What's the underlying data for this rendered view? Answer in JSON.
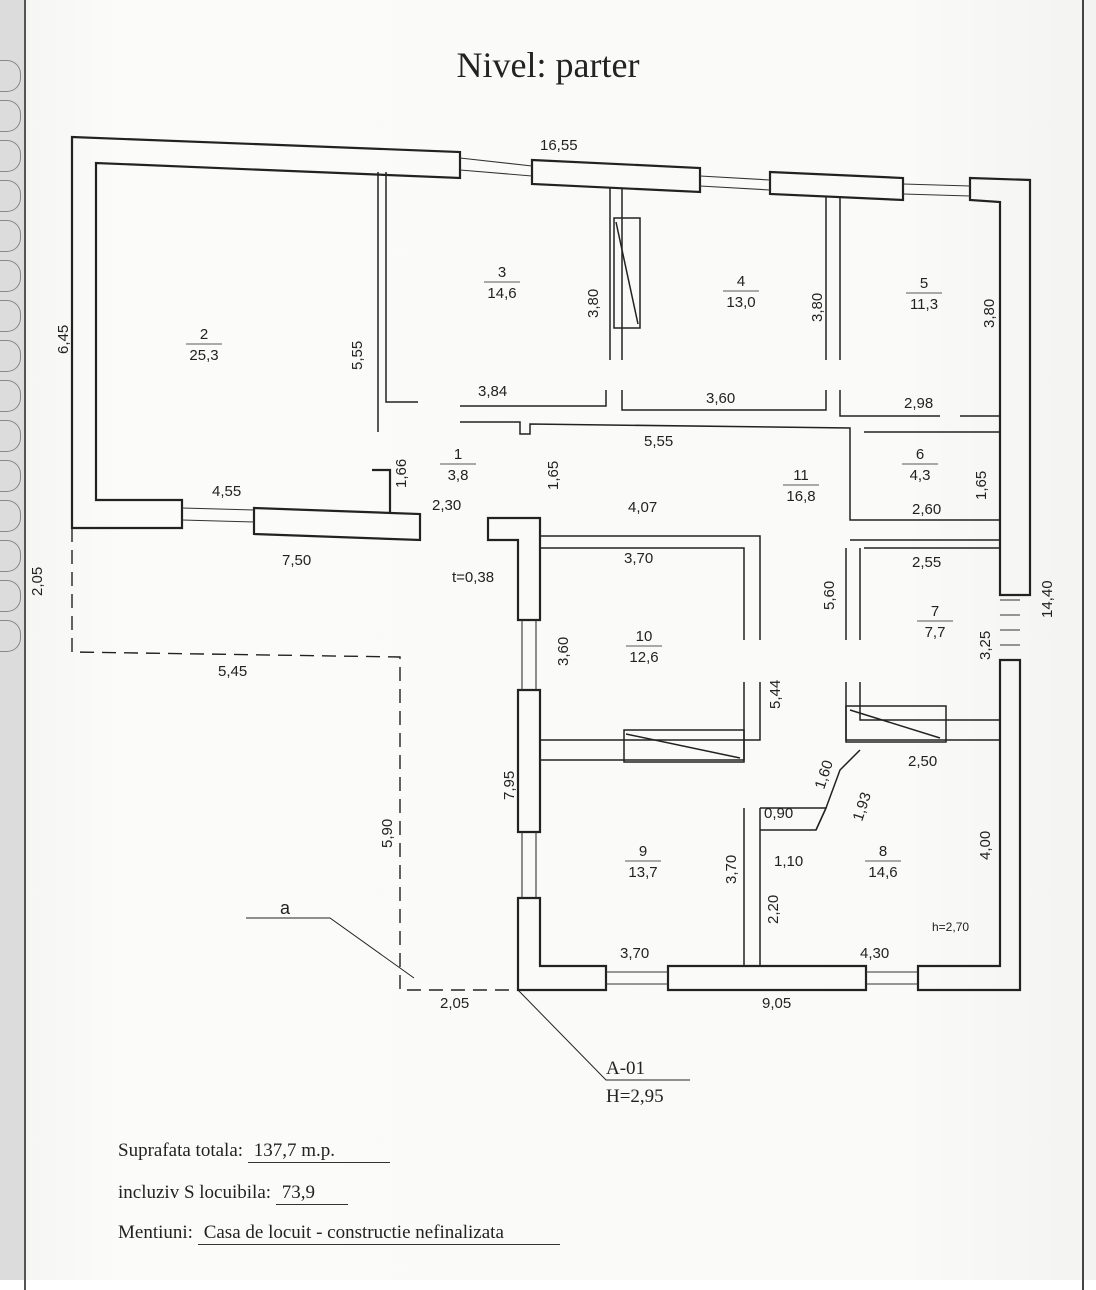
{
  "title": "Nivel: parter",
  "rooms": [
    {
      "number": "2",
      "area": "25,3"
    },
    {
      "number": "3",
      "area": "14,6"
    },
    {
      "number": "4",
      "area": "13,0"
    },
    {
      "number": "5",
      "area": "11,3"
    },
    {
      "number": "1",
      "area": "3,8"
    },
    {
      "number": "6",
      "area": "4,3"
    },
    {
      "number": "11",
      "area": "16,8"
    },
    {
      "number": "7",
      "area": "7,7"
    },
    {
      "number": "10",
      "area": "12,6"
    },
    {
      "number": "9",
      "area": "13,7"
    },
    {
      "number": "8",
      "area": "14,6"
    }
  ],
  "dimensions": [
    "16,55",
    "6,45",
    "5,55",
    "3,80",
    "3,80",
    "3,80",
    "3,84",
    "3,60",
    "2,98",
    "5,55",
    "1,66",
    "1,65",
    "1,65",
    "4,55",
    "2,30",
    "4,07",
    "7,50",
    "2,05",
    "t=0,38",
    "3,70",
    "5,60",
    "2,60",
    "2,55",
    "14,40",
    "3,60",
    "5,45",
    "5,44",
    "3,25",
    "7,95",
    "1,60",
    "1,93",
    "2,50",
    "0,90",
    "5,90",
    "1,10",
    "3,70",
    "2,20",
    "4,00",
    "h=2,70",
    "3,70",
    "4,30",
    "2,05",
    "9,05"
  ],
  "labels": {
    "section_mark": "a",
    "axis_code": "A-01",
    "height": "H=2,95"
  },
  "info": {
    "total_label": "Suprafata totala:",
    "total_value": "137,7 m.p.",
    "living_label": "incluziv S locuibila:",
    "living_value": "73,9",
    "notes_label": "Mentiuni:",
    "notes_value": "Casa de locuit - constructie nefinalizata"
  }
}
